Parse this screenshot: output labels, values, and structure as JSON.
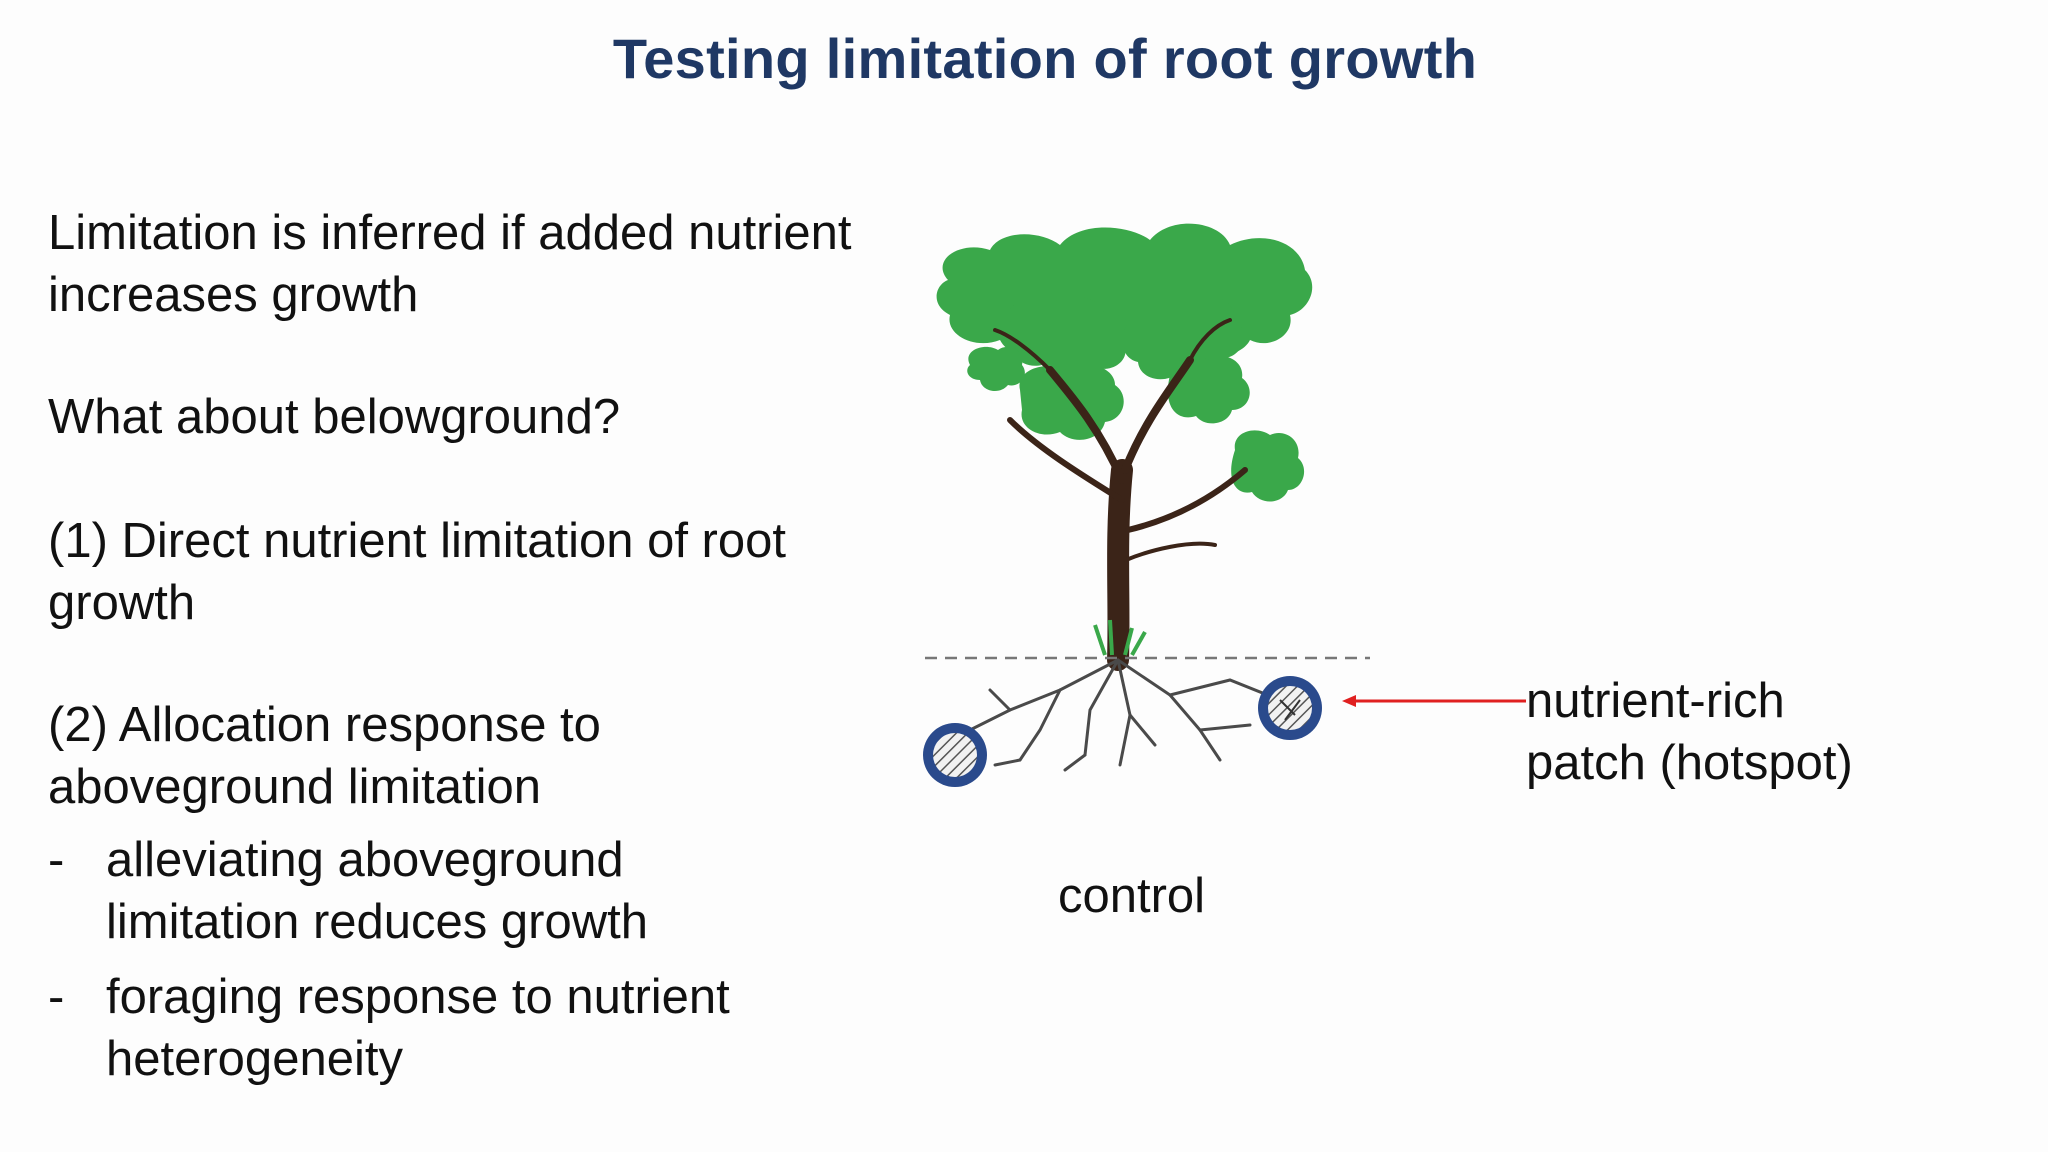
{
  "slide": {
    "title": "Testing limitation of root growth",
    "paragraphs": [
      "Limitation is inferred if added nutrient increases growth",
      "What about belowground?",
      "(1) Direct nutrient limitation of root growth",
      "(2) Allocation response to aboveground limitation"
    ],
    "bullets": [
      {
        "marker": "-",
        "text": "alleviating aboveground limitation reduces growth"
      },
      {
        "marker": "-",
        "text": "foraging response to nutrient heterogeneity"
      }
    ]
  },
  "diagram": {
    "hotspot_label_line1": "nutrient-rich",
    "hotspot_label_line2": "patch (hotspot)",
    "control_label": "control",
    "colors": {
      "title": "#1f3864",
      "foliage": "#3aa84a",
      "trunk": "#3b2418",
      "patch_ring": "#2a4a8c",
      "arrow": "#e02020"
    }
  }
}
